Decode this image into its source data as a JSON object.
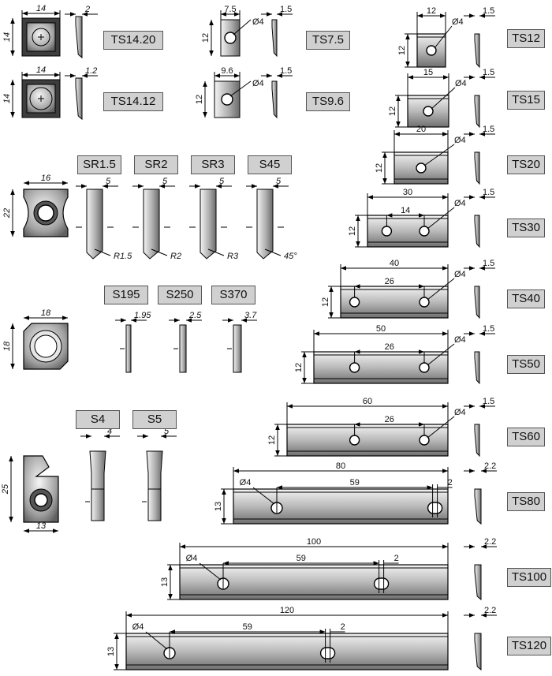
{
  "colors": {
    "metal_light": "#f2f2f2",
    "metal_dark": "#7a7a7a",
    "label_bg": "#d0d0d0",
    "line": "#000000"
  },
  "inserts": [
    {
      "code": "TS14.20",
      "kind": "square",
      "w": "14",
      "h": "14",
      "t": "2"
    },
    {
      "code": "TS14.12",
      "kind": "square",
      "w": "14",
      "h": "14",
      "t": "1.2"
    },
    {
      "code": "TS7.5",
      "kind": "rect",
      "w": "7.5",
      "h": "12",
      "hole": "Ø4",
      "t": "1.5"
    },
    {
      "code": "TS9.6",
      "kind": "rect",
      "w": "9.6",
      "h": "12",
      "hole": "Ø4",
      "t": "1.5"
    },
    {
      "code": "TS12",
      "kind": "rect",
      "w": "12",
      "h": "12",
      "hole": "Ø4",
      "t": "1.5"
    },
    {
      "code": "TS15",
      "kind": "rect",
      "w": "15",
      "h": "12",
      "hole": "Ø4",
      "t": "1.5"
    },
    {
      "code": "TS20",
      "kind": "rect",
      "w": "20",
      "h": "12",
      "hole": "Ø4",
      "t": "1.5"
    },
    {
      "code": "TS30",
      "kind": "rect",
      "w": "30",
      "pitch": "14",
      "h": "12",
      "hole": "Ø4",
      "t": "1.5"
    },
    {
      "code": "TS40",
      "kind": "rect",
      "w": "40",
      "pitch": "26",
      "h": "12",
      "hole": "Ø4",
      "t": "1.5"
    },
    {
      "code": "TS50",
      "kind": "rect",
      "w": "50",
      "pitch": "26",
      "h": "12",
      "hole": "Ø4",
      "t": "1.5"
    },
    {
      "code": "TS60",
      "kind": "rect",
      "w": "60",
      "pitch": "26",
      "h": "12",
      "hole": "Ø4",
      "t": "1.5"
    },
    {
      "code": "TS80",
      "kind": "rect",
      "w": "80",
      "pitch": "59",
      "slot": "2",
      "h": "13",
      "hole": "Ø4",
      "t": "2.2"
    },
    {
      "code": "TS100",
      "kind": "rect",
      "w": "100",
      "pitch": "59",
      "slot": "2",
      "h": "13",
      "hole": "Ø4",
      "t": "2.2"
    },
    {
      "code": "TS120",
      "kind": "rect",
      "w": "120",
      "pitch": "59",
      "slot": "2",
      "h": "13",
      "hole": "Ø4",
      "t": "2.2"
    }
  ],
  "profile_group": {
    "width": "16",
    "height": "22",
    "variants": [
      {
        "code": "SR1.5",
        "t": "5",
        "note": "R1.5"
      },
      {
        "code": "SR2",
        "t": "5",
        "note": "R2"
      },
      {
        "code": "SR3",
        "t": "5",
        "note": "R3"
      },
      {
        "code": "S45",
        "t": "5",
        "note": "45°"
      }
    ]
  },
  "disc_group": {
    "width": "18",
    "height": "18",
    "variants": [
      {
        "code": "S195",
        "t": "1.95"
      },
      {
        "code": "S250",
        "t": "2.5"
      },
      {
        "code": "S370",
        "t": "3.7"
      }
    ]
  },
  "hook_group": {
    "width": "13",
    "height": "25",
    "variants": [
      {
        "code": "S4",
        "t": "4"
      },
      {
        "code": "S5",
        "t": "5"
      }
    ]
  }
}
